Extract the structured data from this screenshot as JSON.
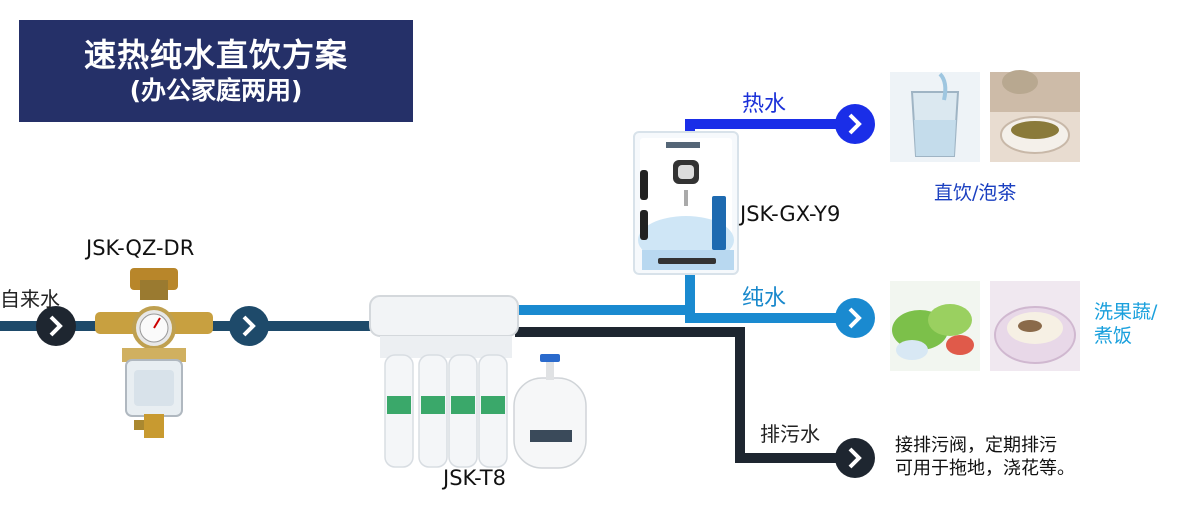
{
  "title": {
    "main": "速热纯水直饮方案",
    "sub": "(办公家庭两用)"
  },
  "labels": {
    "inlet": "自来水",
    "prefilter_model": "JSK-QZ-DR",
    "purifier_model": "JSK-T8",
    "dispenser_model": "JSK-GX-Y9",
    "hot_water": "热水",
    "pure_water": "纯水",
    "waste_water": "排污水"
  },
  "uses": {
    "hot": "直饮/泡茶",
    "pure_line1": "洗果蔬/",
    "pure_line2": "煮饭",
    "waste_line1": "接排污阀，定期排污",
    "waste_line2": "可用于拖地，浇花等。"
  },
  "colors": {
    "title_bg": "#253068",
    "hot_pipe": "#1a2ee8",
    "pure_pipe": "#1a8ad0",
    "waste_pipe": "#1e2630",
    "inlet_pipe": "#1e4a6a"
  },
  "icons": [
    "chevron-right-icon",
    "chevron-right-icon",
    "chevron-right-icon",
    "chevron-right-icon",
    "chevron-right-icon"
  ]
}
